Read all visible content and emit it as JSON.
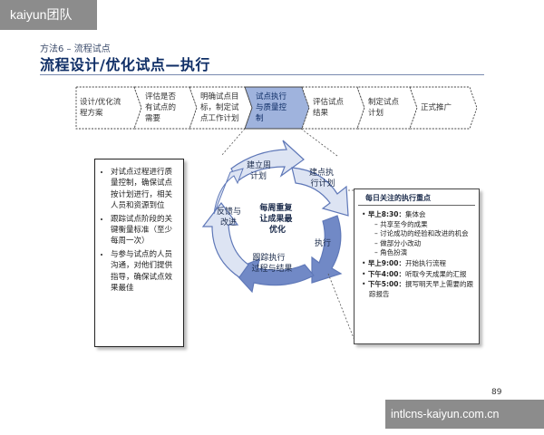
{
  "watermark_top": "kaiyun团队",
  "watermark_bottom": "intlcns-kaiyun.com.cn",
  "header": {
    "subtitle": "方法6 – 流程试点",
    "title": "流程设计/优化试点—执行"
  },
  "process_steps": [
    {
      "lines": [
        "设计/优化流",
        "程方案"
      ],
      "active": false
    },
    {
      "lines": [
        "评估是否",
        "有试点的",
        "需要"
      ],
      "active": false
    },
    {
      "lines": [
        "明确试点目",
        "标，制定试",
        "点工作计划"
      ],
      "active": false
    },
    {
      "lines": [
        "试点执行",
        "与质量控",
        "制"
      ],
      "active": true
    },
    {
      "lines": [
        "评估试点",
        "结果"
      ],
      "active": false
    },
    {
      "lines": [
        "制定试点",
        "计划"
      ],
      "active": false
    },
    {
      "lines": [
        "正式推广"
      ],
      "active": false
    }
  ],
  "left_box": {
    "bullets": [
      "对试点过程进行质量控制，确保试点按计划进行，相关人员和资源到位",
      "跟踪试点阶段的关键衡量标准（至少每周一次）",
      "与参与试点的人员沟通，对他们提供指导，确保试点效果最佳"
    ]
  },
  "cycle": {
    "center": [
      "每周重复",
      "让成果最",
      "优化"
    ],
    "segments": {
      "build_plan": [
        "建立周",
        "计划"
      ],
      "build_exec_plan": [
        "建点执",
        "行计划"
      ],
      "execute": [
        "执行"
      ],
      "track": [
        "跟踪执行",
        "过程与结果"
      ],
      "feedback": [
        "反馈与",
        "改进"
      ]
    }
  },
  "right_box": {
    "heading": "每日关注的执行重点",
    "items": [
      {
        "kind": "main",
        "time": "早上8:30：",
        "text": "集体会"
      },
      {
        "kind": "sub",
        "text": "共享至今的成果"
      },
      {
        "kind": "sub",
        "text": "讨论成功的经验和改进的机会"
      },
      {
        "kind": "sub",
        "text": "做部分小改动"
      },
      {
        "kind": "sub",
        "text": "角色扮演"
      },
      {
        "kind": "main",
        "time": "早上9:00：",
        "text": "开始执行流程"
      },
      {
        "kind": "main",
        "time": "下午4:00：",
        "text": "听取今天成果的汇报"
      },
      {
        "kind": "main",
        "time": "下午5:00：",
        "text": "撰写明天早上需要的跟踪报告"
      }
    ]
  },
  "page_number": "89",
  "colors": {
    "title": "#0f2e66",
    "active_step": "#9fb3dd",
    "cycle_dark": "#7189c6",
    "cycle_light": "#dde4f3",
    "cycle_border": "#5f78b8"
  }
}
